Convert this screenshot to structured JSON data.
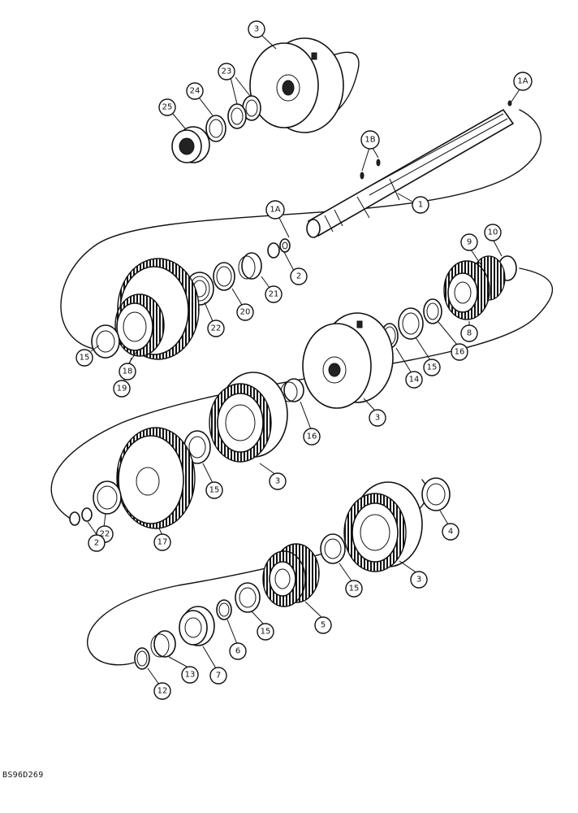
{
  "figure_code": "BS96D269",
  "callouts": [
    {
      "id": "c-3-top",
      "label": "3"
    },
    {
      "id": "c-23",
      "label": "23"
    },
    {
      "id": "c-24",
      "label": "24"
    },
    {
      "id": "c-25",
      "label": "25"
    },
    {
      "id": "c-1a-top",
      "label": "1A"
    },
    {
      "id": "c-1b",
      "label": "1B"
    },
    {
      "id": "c-1",
      "label": "1"
    },
    {
      "id": "c-1a-mid",
      "label": "1A"
    },
    {
      "id": "c-2-top",
      "label": "2"
    },
    {
      "id": "c-21",
      "label": "21"
    },
    {
      "id": "c-20",
      "label": "20"
    },
    {
      "id": "c-22-top",
      "label": "22"
    },
    {
      "id": "c-15-a",
      "label": "15"
    },
    {
      "id": "c-18",
      "label": "18"
    },
    {
      "id": "c-19",
      "label": "19"
    },
    {
      "id": "c-9",
      "label": "9"
    },
    {
      "id": "c-10",
      "label": "10"
    },
    {
      "id": "c-8",
      "label": "8"
    },
    {
      "id": "c-16-a",
      "label": "16"
    },
    {
      "id": "c-15-b",
      "label": "15"
    },
    {
      "id": "c-14",
      "label": "14"
    },
    {
      "id": "c-3-mid",
      "label": "3"
    },
    {
      "id": "c-16-b",
      "label": "16"
    },
    {
      "id": "c-3-mid2",
      "label": "3"
    },
    {
      "id": "c-15-c",
      "label": "15"
    },
    {
      "id": "c-17",
      "label": "17"
    },
    {
      "id": "c-22-low",
      "label": "22"
    },
    {
      "id": "c-2-low",
      "label": "2"
    },
    {
      "id": "c-4",
      "label": "4"
    },
    {
      "id": "c-3-low",
      "label": "3"
    },
    {
      "id": "c-15-d",
      "label": "15"
    },
    {
      "id": "c-5",
      "label": "5"
    },
    {
      "id": "c-15-e",
      "label": "15"
    },
    {
      "id": "c-6",
      "label": "6"
    },
    {
      "id": "c-7",
      "label": "7"
    },
    {
      "id": "c-13",
      "label": "13"
    },
    {
      "id": "c-12",
      "label": "12"
    }
  ]
}
